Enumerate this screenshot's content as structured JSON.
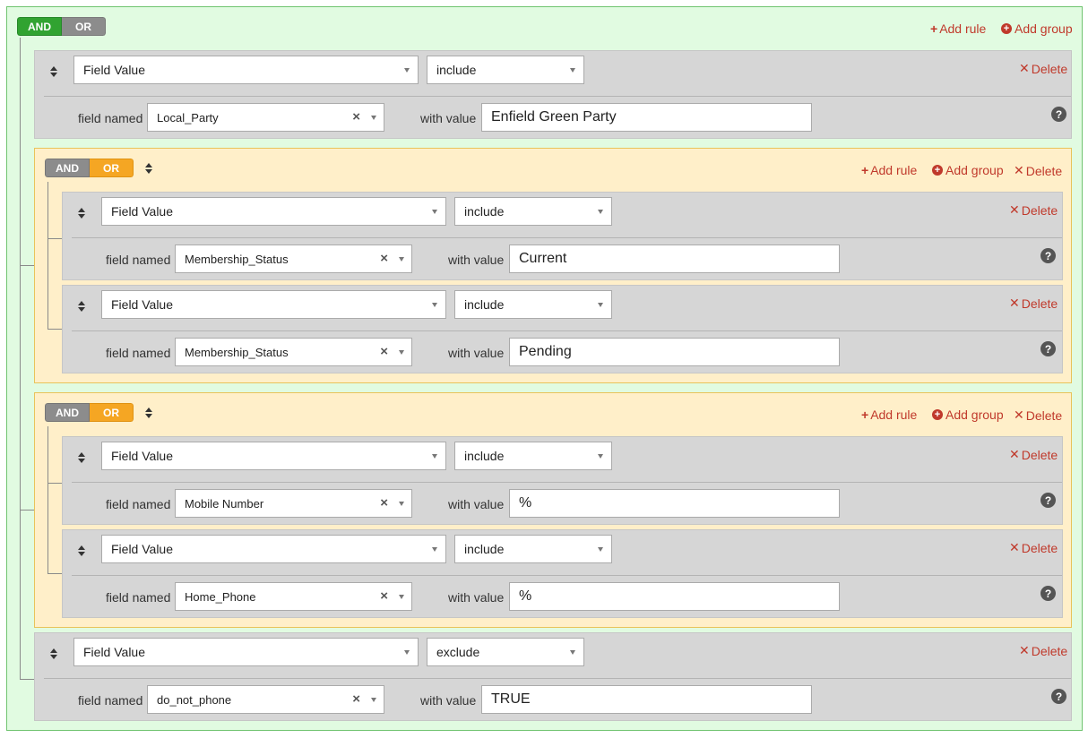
{
  "root": {
    "and_label": "AND",
    "or_label": "OR",
    "add_rule": "Add rule",
    "add_group": "Add group",
    "rules": [
      {
        "field": "Field Value",
        "op": "include",
        "field_named_label": "field named",
        "field_name": "Local_Party",
        "with_value_label": "with value",
        "value": "Enfield Green Party",
        "delete": "Delete",
        "help": "?"
      },
      {
        "field": "Field Value",
        "op": "exclude",
        "field_named_label": "field named",
        "field_name": "do_not_phone",
        "with_value_label": "with value",
        "value": "TRUE",
        "delete": "Delete",
        "help": "?"
      }
    ]
  },
  "groups": [
    {
      "and_label": "AND",
      "or_label": "OR",
      "add_rule": "Add rule",
      "add_group": "Add group",
      "delete": "Delete",
      "rules": [
        {
          "field": "Field Value",
          "op": "include",
          "field_named_label": "field named",
          "field_name": "Membership_Status",
          "with_value_label": "with value",
          "value": "Current",
          "delete": "Delete",
          "help": "?"
        },
        {
          "field": "Field Value",
          "op": "include",
          "field_named_label": "field named",
          "field_name": "Membership_Status",
          "with_value_label": "with value",
          "value": "Pending",
          "delete": "Delete",
          "help": "?"
        }
      ]
    },
    {
      "and_label": "AND",
      "or_label": "OR",
      "add_rule": "Add rule",
      "add_group": "Add group",
      "delete": "Delete",
      "rules": [
        {
          "field": "Field Value",
          "op": "include",
          "field_named_label": "field named",
          "field_name": "Mobile Number",
          "with_value_label": "with value",
          "value": "%",
          "delete": "Delete",
          "help": "?"
        },
        {
          "field": "Field Value",
          "op": "include",
          "field_named_label": "field named",
          "field_name": "Home_Phone",
          "with_value_label": "with value",
          "value": "%",
          "delete": "Delete",
          "help": "?"
        }
      ]
    }
  ],
  "icons": {
    "plus": "plus-icon",
    "plus_circle": "plus-circle-icon",
    "times": "times-icon",
    "sort": "sort-icon",
    "question": "question-circle-icon"
  },
  "colors": {
    "root_bg": "#e1fbe1",
    "group_bg": "#ffefc9",
    "and_active": "#31a331",
    "or_active": "#f5a623",
    "toggle_inactive": "#8c8c8c",
    "action_red": "#c0392b"
  }
}
